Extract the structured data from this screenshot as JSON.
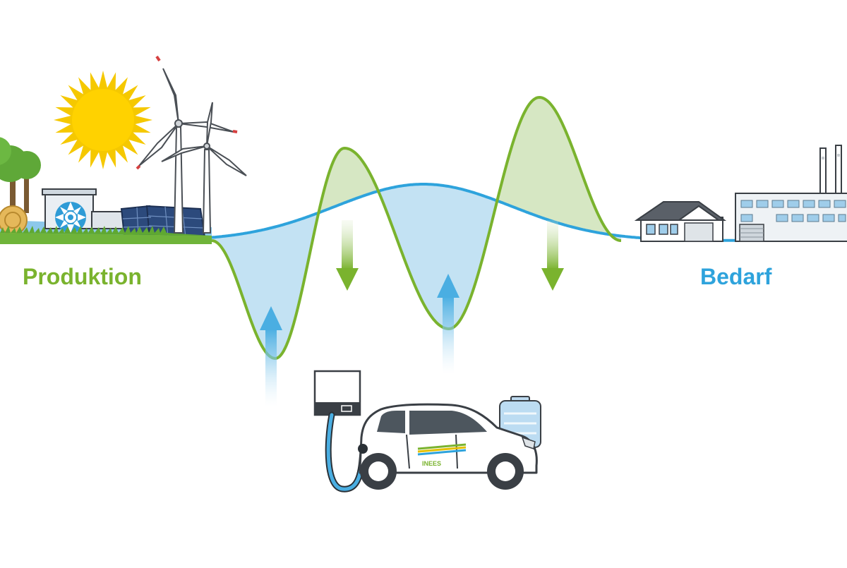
{
  "labels": {
    "production": "Produktion",
    "demand": "Bedarf"
  },
  "car": {
    "logo_text": "INEES"
  },
  "icons": {
    "production_side": [
      "tree-icon",
      "hay-bale-icon",
      "water-wheel-icon",
      "hydro-plant-icon",
      "solar-panel-icon",
      "sun-icon",
      "wind-turbine-icon"
    ],
    "demand_side": [
      "house-icon",
      "factory-icon"
    ],
    "storage": [
      "wallbox-charger-icon",
      "charging-cable-icon",
      "electric-car-icon",
      "battery-storage-icon"
    ],
    "flows": [
      "arrow-up-icon",
      "arrow-down-icon"
    ]
  },
  "colors": {
    "production": "#7ab32e",
    "demand": "#2ea3dc",
    "production_fill": "#d6e7c3",
    "demand_fill": "#c3e2f3",
    "solar_panel": "#2c4a7c",
    "sun": "#f5c800"
  }
}
